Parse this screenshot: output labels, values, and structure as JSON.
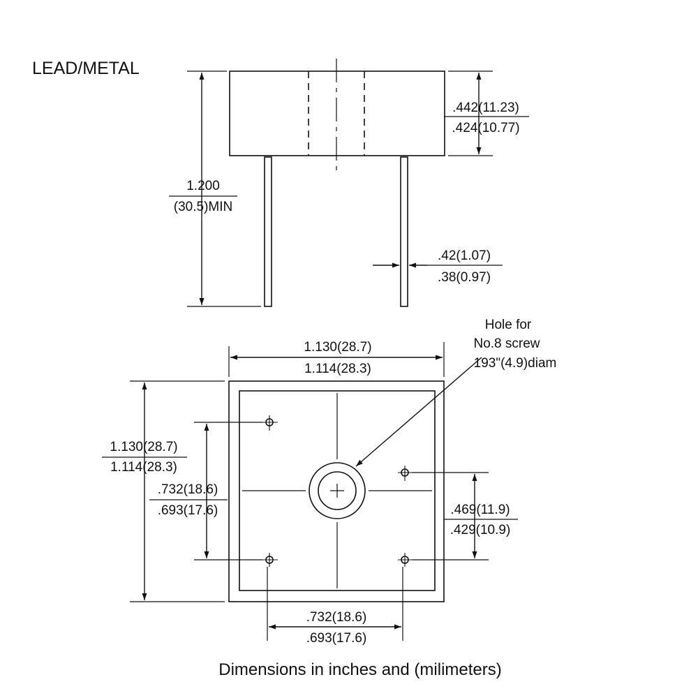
{
  "title": "LEAD/METAL",
  "caption": "Dimensions in inches and (milimeters)",
  "side_view": {
    "body_height_max": ".442(11.23)",
    "body_height_min": ".424(10.77)",
    "lead_length": "1.200",
    "lead_length_mm": "(30.5)MIN",
    "lead_width_max": ".42(1.07)",
    "lead_width_min": ".38(0.97)"
  },
  "top_view": {
    "hole_note": [
      "Hole for",
      "No.8 screw",
      "193\"(4.9)diam"
    ],
    "width_max": "1.130(28.7)",
    "width_min": "1.114(28.3)",
    "height_max": "1.130(28.7)",
    "height_min": "1.114(28.3)",
    "pin_spacing_v_max": ".732(18.6)",
    "pin_spacing_v_min": ".693(17.6)",
    "pin_offset_max": ".469(11.9)",
    "pin_offset_min": ".429(10.9)",
    "pin_spacing_h_max": ".732(18.6)",
    "pin_spacing_h_min": ".693(17.6)"
  }
}
